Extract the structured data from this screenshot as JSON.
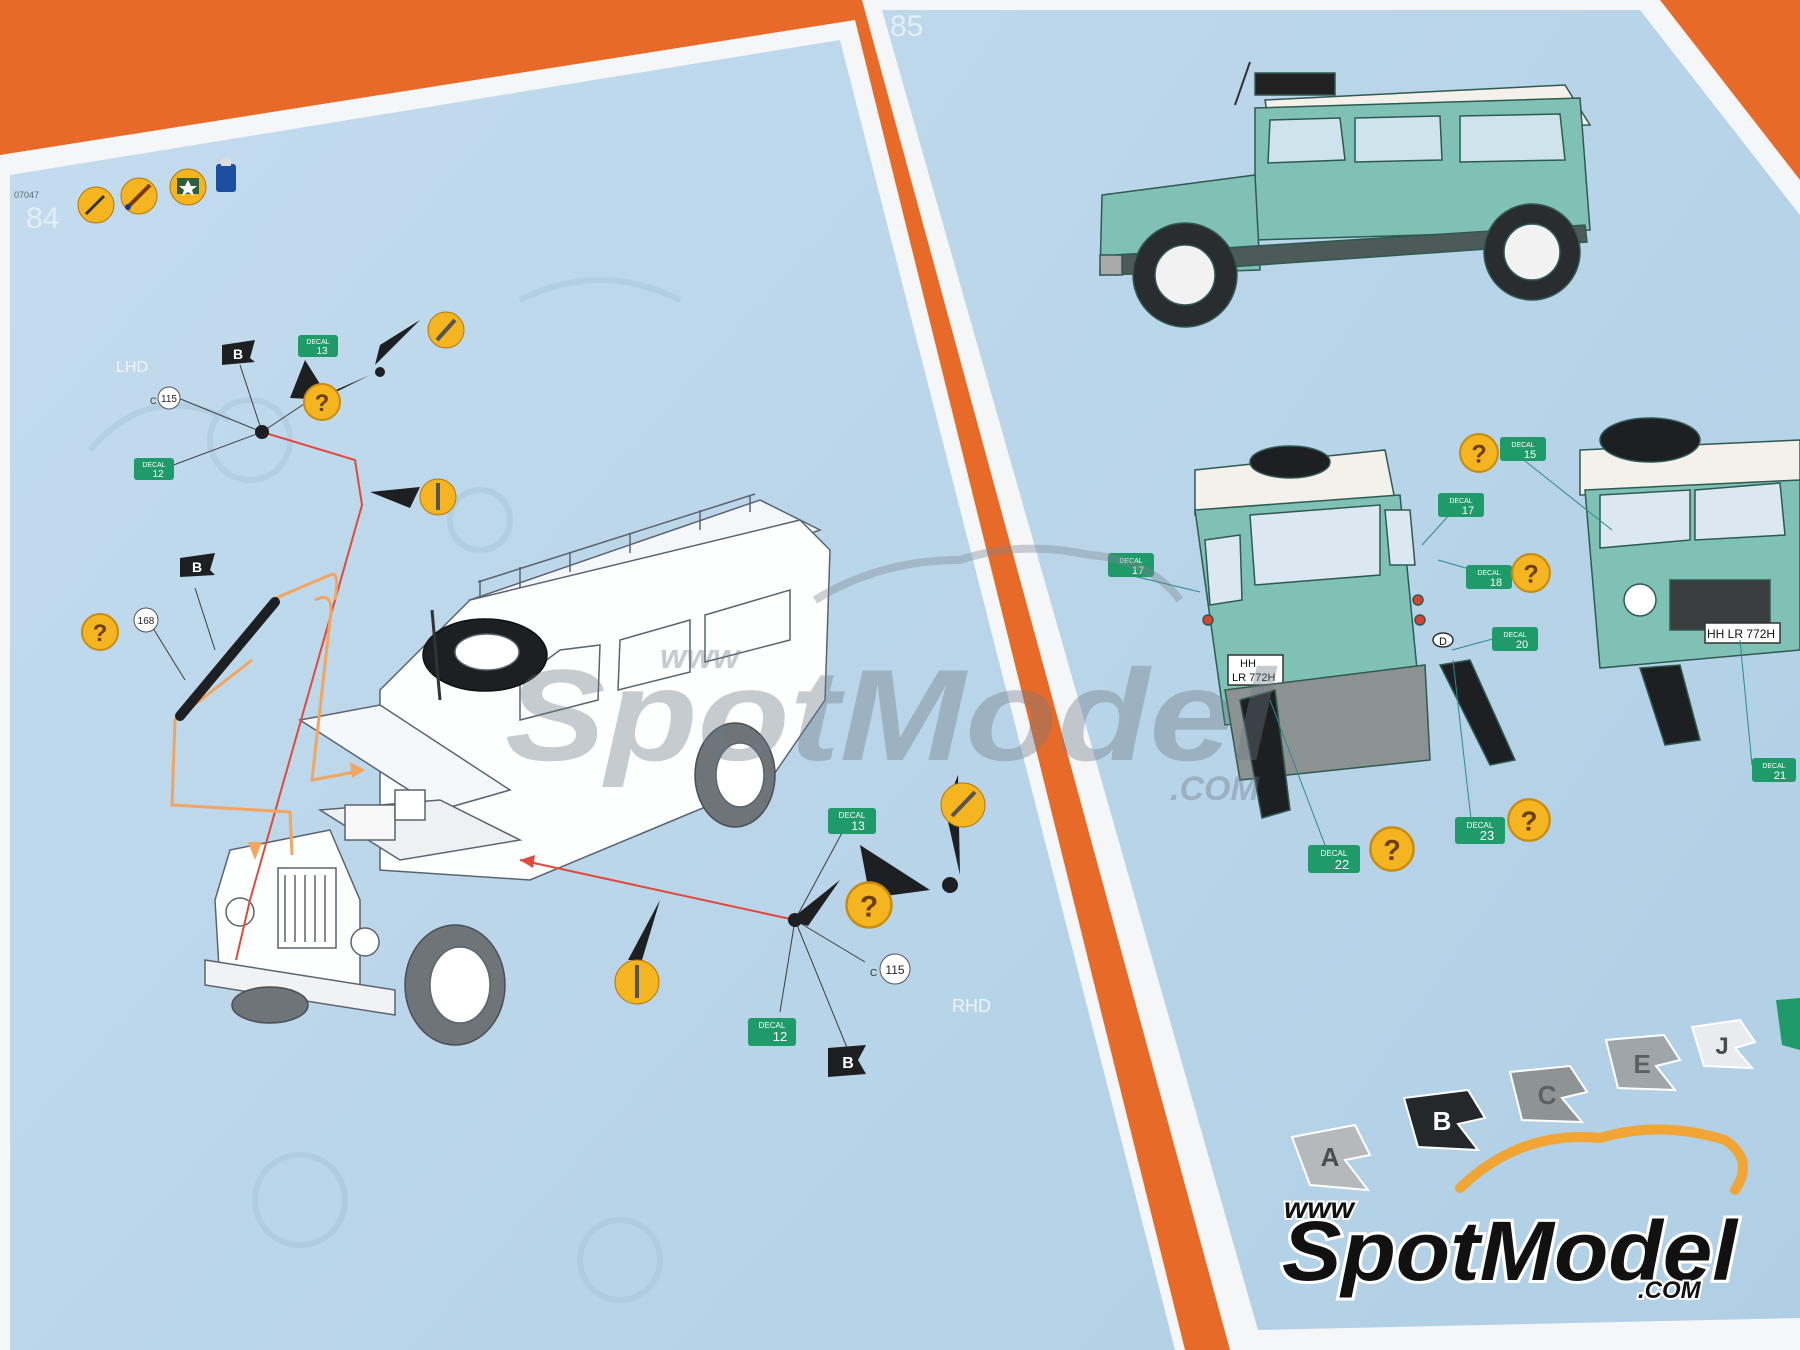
{
  "instruction_sheet": {
    "left_page": {
      "code": "07047",
      "page_number": "84",
      "lhd_label": "LHD",
      "rhd_label": "RHD",
      "callouts": {
        "part_c115_top": "115",
        "part_c115_bottom": "115",
        "part_prefix": "C",
        "part_168": "168",
        "decal_word": "DECAL",
        "decal_13_top": "13",
        "decal_12_top": "12",
        "decal_13_bottom": "13",
        "decal_12_bottom": "12",
        "flag_b": "B",
        "question": "?"
      }
    },
    "right_page": {
      "page_number": "85",
      "decal_numbers": [
        "15",
        "17",
        "17",
        "18",
        "20",
        "21",
        "22",
        "23"
      ],
      "rear_plate": [
        "HH",
        "LR 772H"
      ],
      "front_plate": "HH LR 772H",
      "country_badge": "D",
      "color_flags": [
        "A",
        "B",
        "C",
        "E",
        "J"
      ]
    }
  },
  "watermark": {
    "www": "www",
    "brand": "SpotModel",
    "com": ".COM"
  },
  "colors": {
    "background": "#e8692a",
    "page": "#bcd6e9",
    "vehicle_green": "#7fc1b4",
    "decal_green": "#1f9a69",
    "question_yellow": "#f4b521"
  },
  "icons": [
    "glue-icon",
    "paint-brush-icon",
    "decal-icon",
    "cement-bottle-icon",
    "screwdriver-icon",
    "knife-icon"
  ]
}
